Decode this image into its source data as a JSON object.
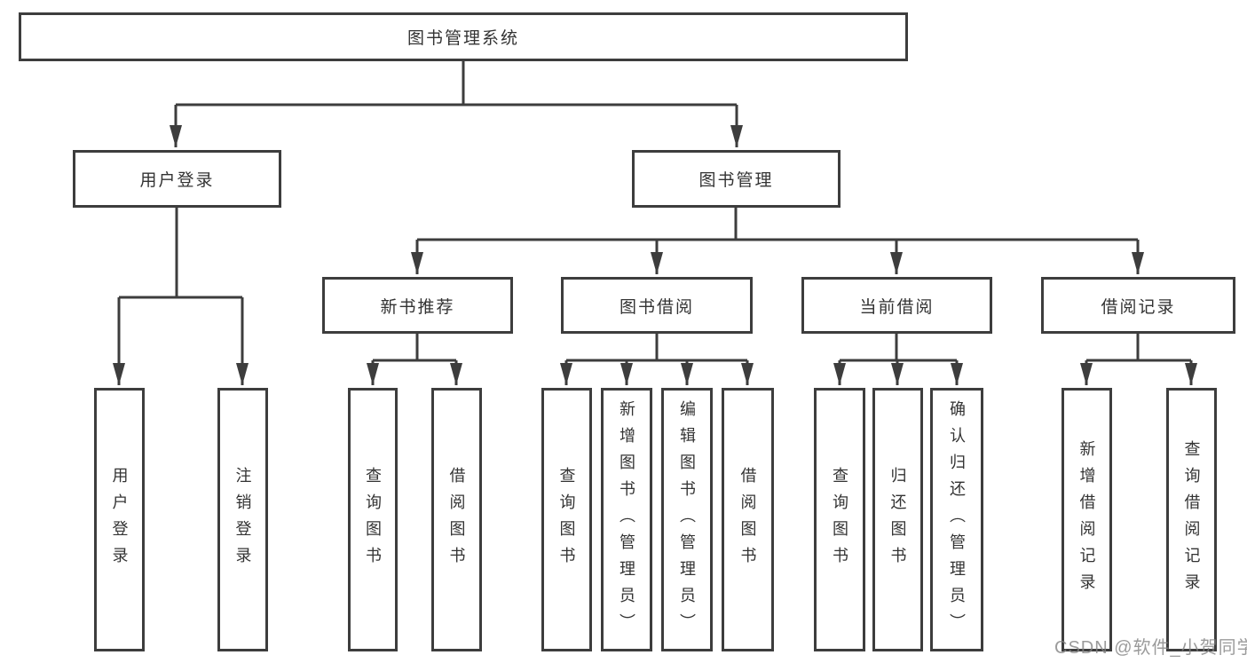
{
  "diagram": {
    "title": "图书管理系统",
    "type": "hierarchy-tree",
    "colors": {
      "line": "#3d3d3d",
      "box_border": "#3d3d3d",
      "box_bg": "#ffffff",
      "text": "#333333",
      "watermark": "#828282"
    },
    "nodes": {
      "root": {
        "label": "图书管理系统"
      },
      "user_login": {
        "label": "用户登录"
      },
      "book_mgmt": {
        "label": "图书管理"
      },
      "new_book_rec": {
        "label": "新书推荐"
      },
      "book_borrow": {
        "label": "图书借阅"
      },
      "current_borrow": {
        "label": "当前借阅"
      },
      "borrow_records": {
        "label": "借阅记录"
      },
      "ul_login": {
        "label": "用户登录"
      },
      "ul_logout": {
        "label": "注销登录"
      },
      "nb_query": {
        "label": "查询图书"
      },
      "nb_borrow": {
        "label": "借阅图书"
      },
      "bb_query": {
        "label": "查询图书"
      },
      "bb_add": {
        "label": "新增图书（管理员）"
      },
      "bb_edit": {
        "label": "编辑图书（管理员）"
      },
      "bb_borrow": {
        "label": "借阅图书"
      },
      "cb_query": {
        "label": "查询图书"
      },
      "cb_return": {
        "label": "归还图书"
      },
      "cb_confirm": {
        "label": "确认归还（管理员）"
      },
      "br_add": {
        "label": "新增借阅记录"
      },
      "br_query": {
        "label": "查询借阅记录"
      }
    },
    "hierarchy": {
      "root": [
        "user_login",
        "book_mgmt"
      ],
      "user_login": [
        "ul_login",
        "ul_logout"
      ],
      "book_mgmt": [
        "new_book_rec",
        "book_borrow",
        "current_borrow",
        "borrow_records"
      ],
      "new_book_rec": [
        "nb_query",
        "nb_borrow"
      ],
      "book_borrow": [
        "bb_query",
        "bb_add",
        "bb_edit",
        "bb_borrow"
      ],
      "current_borrow": [
        "cb_query",
        "cb_return",
        "cb_confirm"
      ],
      "borrow_records": [
        "br_add",
        "br_query"
      ]
    },
    "watermark": "CSDN @软件_小贺同学"
  }
}
